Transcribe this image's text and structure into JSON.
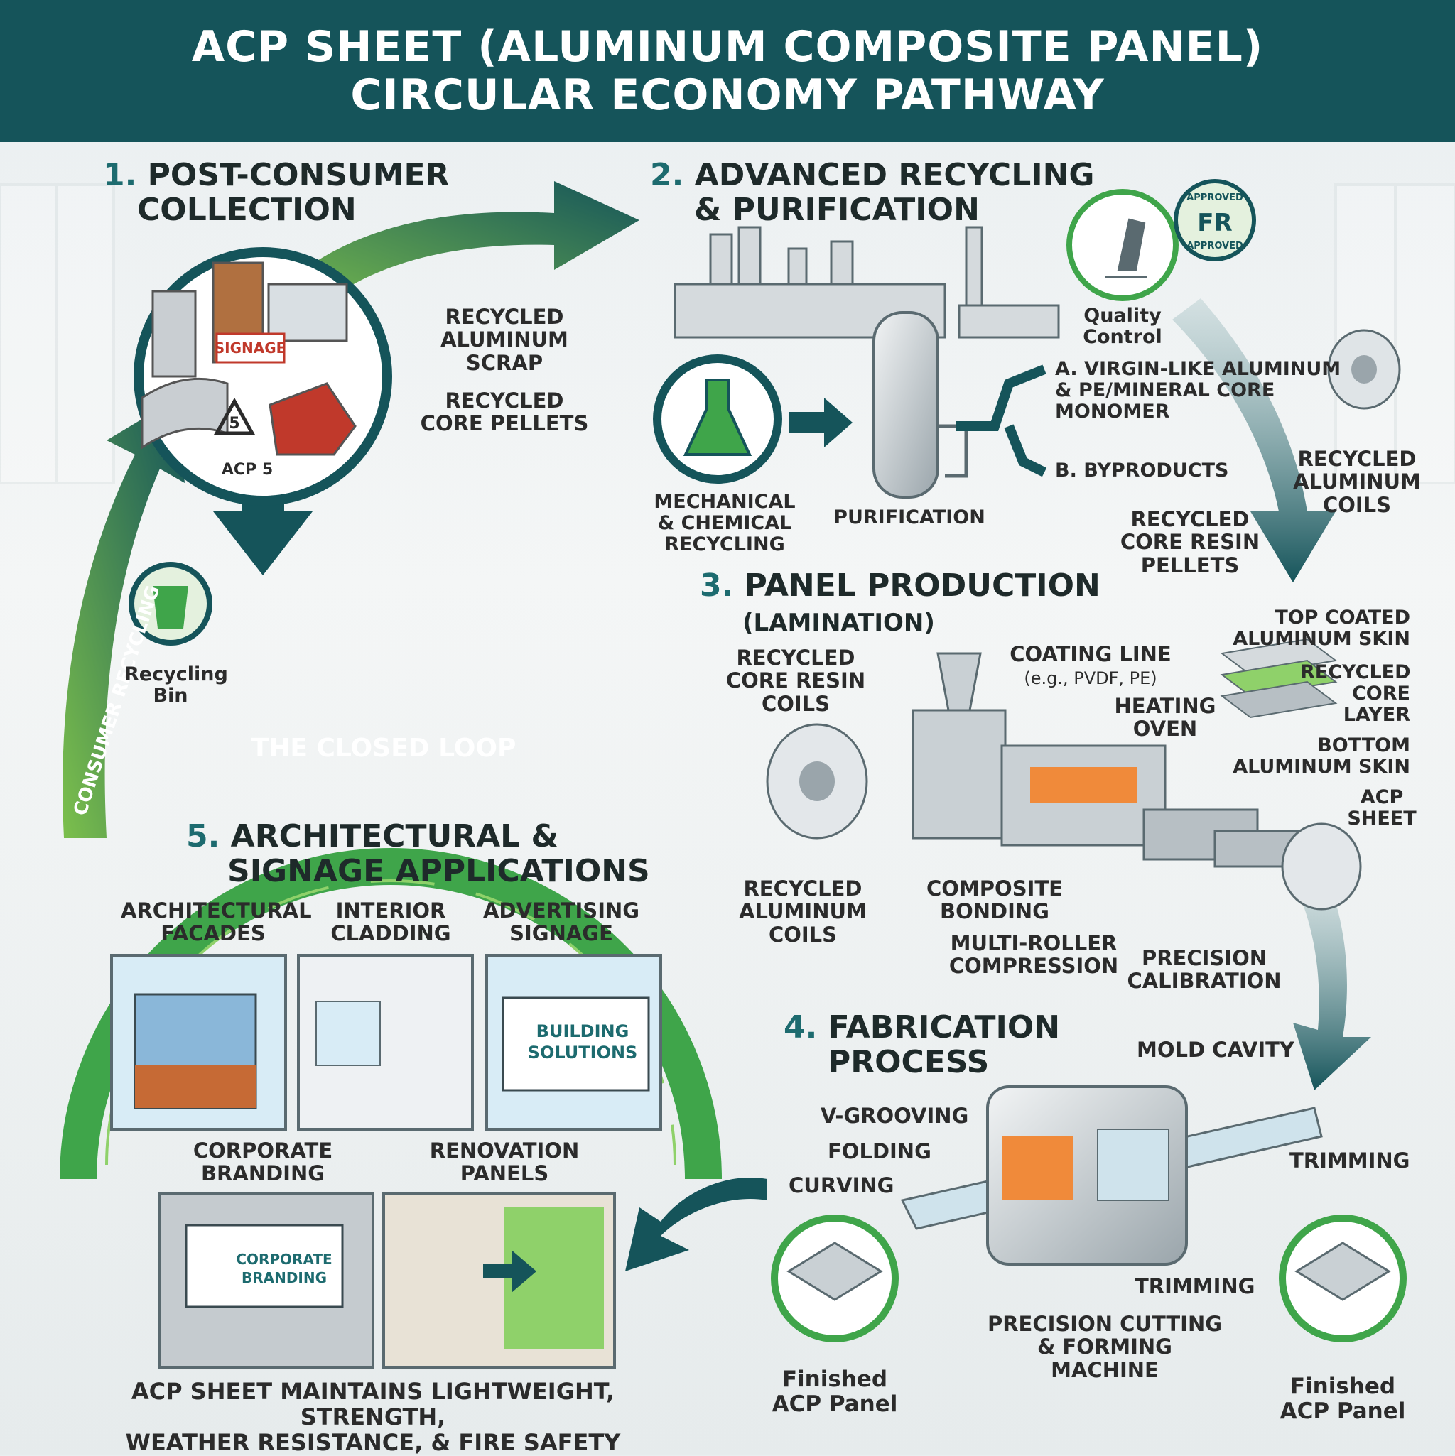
{
  "header": {
    "line1": "ACP SHEET (ALUMINUM COMPOSITE PANEL)",
    "line2": "CIRCULAR ECONOMY PATHWAY"
  },
  "step1": {
    "num": "1.",
    "title1": "POST-CONSUMER",
    "title2": "COLLECTION",
    "signage": "SIGNAGE",
    "recycle_code": "5",
    "recycle_label": "ACP 5",
    "label_scrap": "RECYCLED ALUMINUM SCRAP",
    "label_pellets": "RECYCLED CORE PELLETS",
    "bin_label": "Recycling Bin"
  },
  "step2": {
    "num": "2.",
    "title1": "ADVANCED RECYCLING",
    "title2": "& PURIFICATION",
    "mechanical": "MECHANICAL & CHEMICAL RECYCLING",
    "purification": "PURIFICATION",
    "quality": "Quality Control",
    "badge_top": "APPROVED",
    "badge_mid": "FR",
    "badge_bottom": "APPROVED",
    "output_a": "A. VIRGIN-LIKE ALUMINUM & PE/MINERAL CORE MONOMER",
    "output_b": "B. BYPRODUCTS",
    "coils": "RECYCLED ALUMINUM COILS",
    "resin": "RECYCLED CORE RESIN PELLETS"
  },
  "step3": {
    "num": "3.",
    "title1": "PANEL PRODUCTION",
    "title2": "(LAMINATION)",
    "resin_coils": "RECYCLED CORE RESIN COILS",
    "coating": "COATING LINE",
    "coating_eg": "(e.g., PVDF, PE)",
    "heating": "HEATING OVEN",
    "top_skin": "TOP COATED ALUMINUM SKIN",
    "core_layer": "RECYCLED CORE LAYER",
    "bottom_skin": "BOTTOM ALUMINUM SKIN",
    "acp_sheet": "ACP SHEET",
    "alu_coils": "RECYCLED ALUMINUM COILS",
    "bonding": "COMPOSITE BONDING",
    "compression": "MULTI-ROLLER COMPRESSION",
    "calibration": "PRECISION CALIBRATION"
  },
  "step4": {
    "num": "4.",
    "title1": "FABRICATION",
    "title2": "PROCESS",
    "mold": "MOLD CAVITY",
    "vgroove": "V-GROOVING",
    "folding": "FOLDING",
    "curving": "CURVING",
    "trim_right": "TRIMMING",
    "trim_bottom": "TRIMMING",
    "machine": "PRECISION CUTTING & FORMING MACHINE",
    "finished1": "Finished ACP Panel",
    "finished2": "Finished ACP Panel"
  },
  "step5": {
    "num": "5.",
    "title1": "ARCHITECTURAL &",
    "title2": "SIGNAGE APPLICATIONS",
    "facades": "ARCHITECTURAL FACADES",
    "cladding": "INTERIOR CLADDING",
    "advertising": "ADVERTISING SIGNAGE",
    "billboard1": "BUILDING",
    "billboard2": "SOLUTIONS",
    "corporate": "CORPORATE BRANDING",
    "corp_sign1": "CORPORATE",
    "corp_sign2": "BRANDING",
    "renovation": "RENOVATION PANELS",
    "maintains1": "ACP SHEET MAINTAINS LIGHTWEIGHT, STRENGTH,",
    "maintains2": "WEATHER RESISTANCE, & FIRE SAFETY"
  },
  "loop": {
    "closed": "THE CLOSED LOOP",
    "consumer": "CONSUMER RECYCLING"
  },
  "colors": {
    "teal": "#15545a",
    "green": "#3fa54a",
    "light_green": "#8fd16a"
  }
}
